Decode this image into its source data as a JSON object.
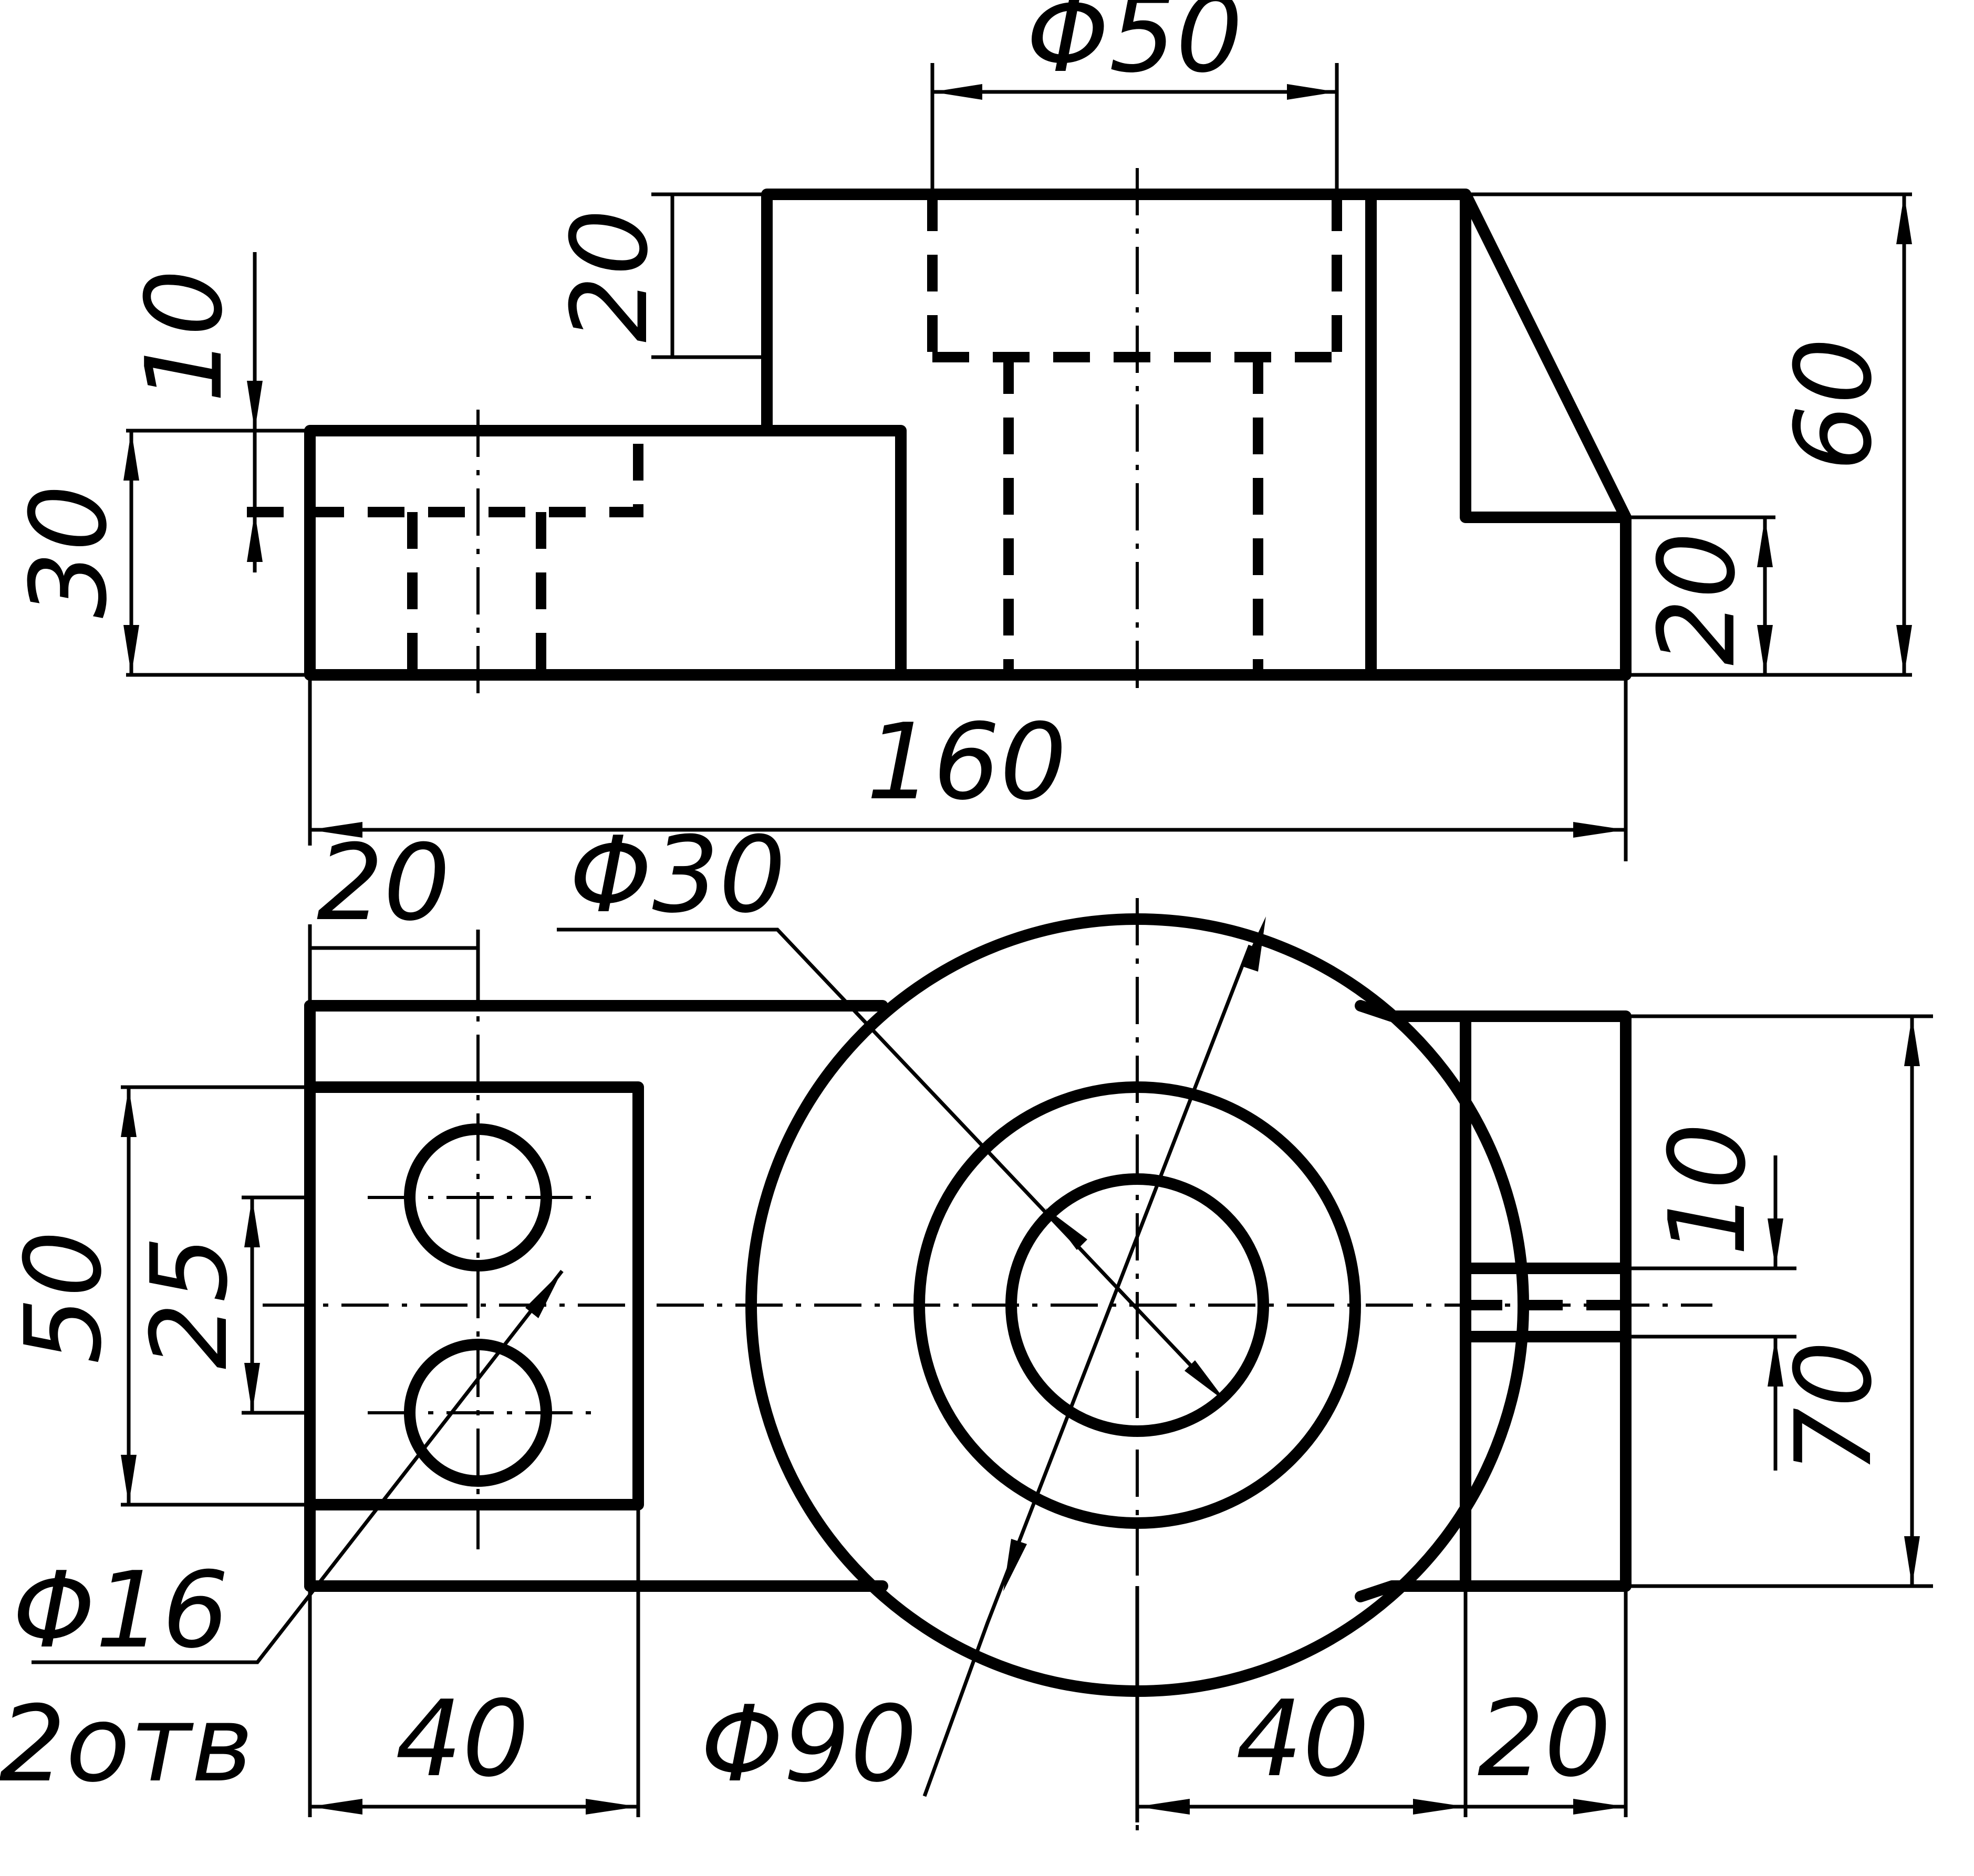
{
  "drawing": {
    "front_view": {
      "dimensions": {
        "dia_top": "Φ50",
        "boss_height": "20",
        "rib_offset": "10",
        "base_height": "30",
        "total_height": "60",
        "base_step": "20",
        "total_length": "160"
      }
    },
    "top_view": {
      "dimensions": {
        "left_offset": "20",
        "bore_dia": "Φ30",
        "block_width": "50",
        "hole_spacing": "25",
        "hole_dia": "Φ16",
        "hole_count": "2отв",
        "hole_pitch": "40",
        "outer_dia": "Φ90",
        "center_to_end": "40",
        "end_width": "20",
        "slot_width": "10",
        "total_width": "70"
      }
    }
  }
}
